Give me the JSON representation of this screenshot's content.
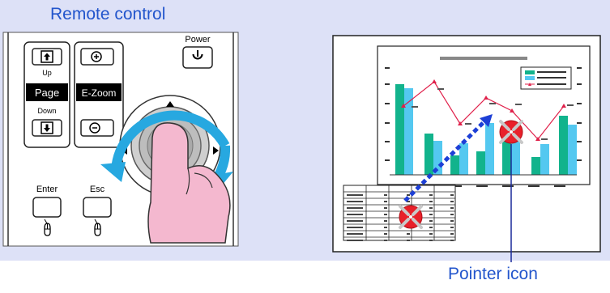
{
  "captions": {
    "remote_control": "Remote control",
    "pointer_icon": "Pointer icon"
  },
  "remote": {
    "power_label": "Power",
    "up_label": "Up",
    "page_label": "Page",
    "down_label": "Down",
    "ezoom_label": "E-Zoom",
    "enter_label": "Enter",
    "esc_label": "Esc"
  },
  "colors": {
    "background_panel": "#dde1f7",
    "caption_text": "#2255cc",
    "rotate_arrow": "#27a8e0",
    "finger": "#f4b8cf",
    "pointer_path": "#1d3fd6",
    "pointer_red": "#e8202a",
    "bar_teal": "#12b38c",
    "bar_light": "#54c8f0",
    "line_red": "#e0204a",
    "leader_line": "#1a2a9a"
  },
  "icons": [
    "up-arrow-icon",
    "down-arrow-icon",
    "zoom-in-icon",
    "zoom-out-icon",
    "power-icon",
    "mouse-icon",
    "pointer-icon",
    "rotate-arrow-icon"
  ]
}
